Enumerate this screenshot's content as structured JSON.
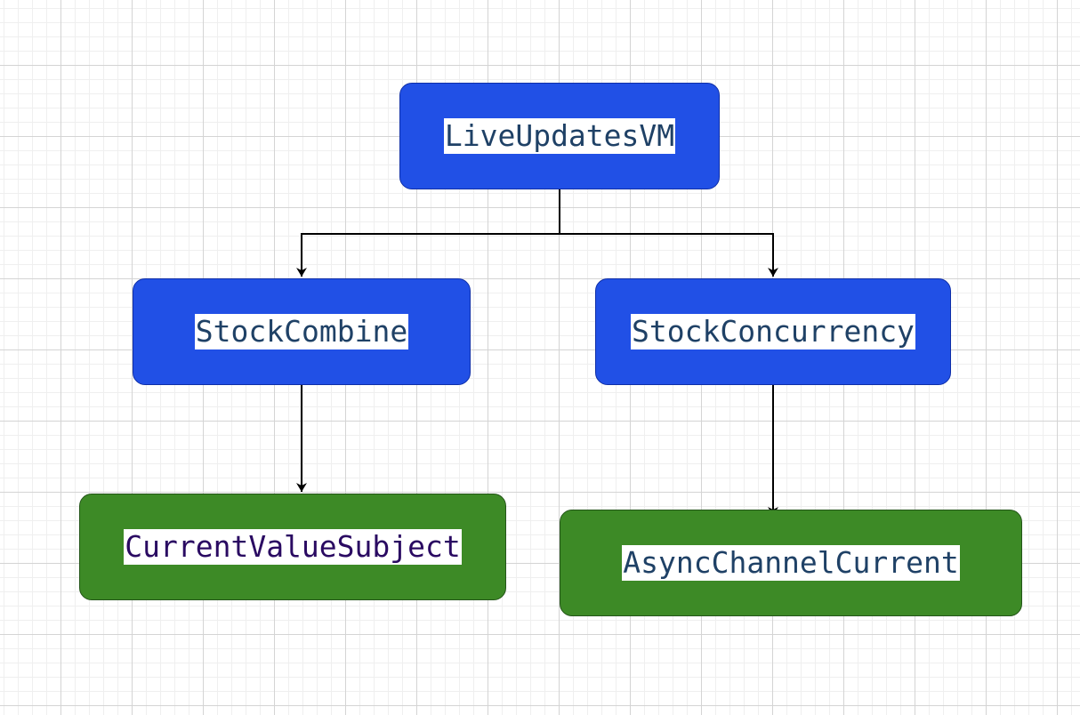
{
  "nodes": {
    "live_updates_vm": {
      "label": "LiveUpdatesVM",
      "fill": "#2150e6"
    },
    "stock_combine": {
      "label": "StockCombine",
      "fill": "#2150e6"
    },
    "stock_concurrency": {
      "label": "StockConcurrency",
      "fill": "#2150e6"
    },
    "current_value_subject": {
      "label": "CurrentValueSubject",
      "fill": "#3d8a26"
    },
    "async_channel_current": {
      "label": "AsyncChannelCurrent",
      "fill": "#3d8a26"
    }
  },
  "edges": [
    {
      "from": "LiveUpdatesVM",
      "to": "StockCombine"
    },
    {
      "from": "LiveUpdatesVM",
      "to": "StockConcurrency"
    },
    {
      "from": "StockCombine",
      "to": "CurrentValueSubject"
    },
    {
      "from": "StockConcurrency",
      "to": "AsyncChannelCurrent"
    }
  ],
  "colors": {
    "canvas_background": "#ffffff",
    "grid_major": "#d4d4d4",
    "grid_minor": "#efefef",
    "blue_node": "#2150e6",
    "green_node": "#3d8a26",
    "label_text": "#1f4166",
    "label_text_purple": "#2a0a62",
    "connector": "#000000"
  }
}
